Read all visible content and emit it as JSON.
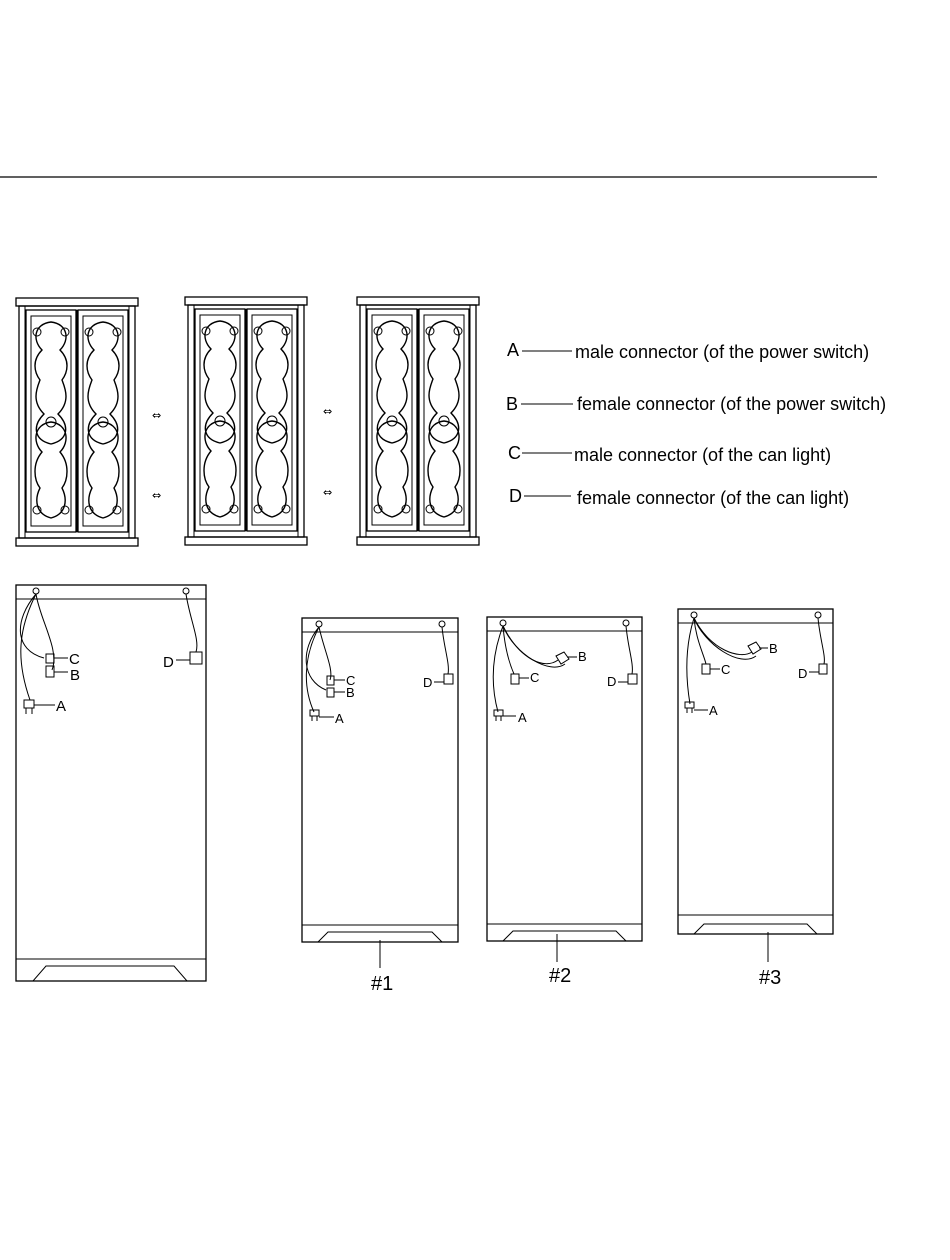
{
  "legend": [
    {
      "letter": "A",
      "text": "male connector (of the power switch)"
    },
    {
      "letter": "B",
      "text": "female connector (of the power switch)"
    },
    {
      "letter": "C",
      "text": "male connector (of  the can light)"
    },
    {
      "letter": "D",
      "text": "female connector (of  the can light)"
    }
  ],
  "cabinets": [
    {
      "id": "initial",
      "number": "",
      "labels": {
        "a": "A",
        "b": "B",
        "c": "C",
        "d": "D"
      }
    },
    {
      "id": "step1",
      "number": "#1",
      "labels": {
        "a": "A",
        "b": "B",
        "c": "C",
        "d": "D"
      }
    },
    {
      "id": "step2",
      "number": "#2",
      "labels": {
        "a": "A",
        "b": "B",
        "c": "C",
        "d": "D"
      }
    },
    {
      "id": "step3",
      "number": "#3",
      "labels": {
        "a": "A",
        "b": "B",
        "c": "C",
        "d": "D"
      }
    }
  ],
  "door_panels": [
    {
      "id": "closed"
    },
    {
      "id": "middle"
    },
    {
      "id": "open"
    }
  ],
  "arrow_glyph": "⇔",
  "colors": {
    "line": "#000000",
    "background": "#ffffff"
  }
}
